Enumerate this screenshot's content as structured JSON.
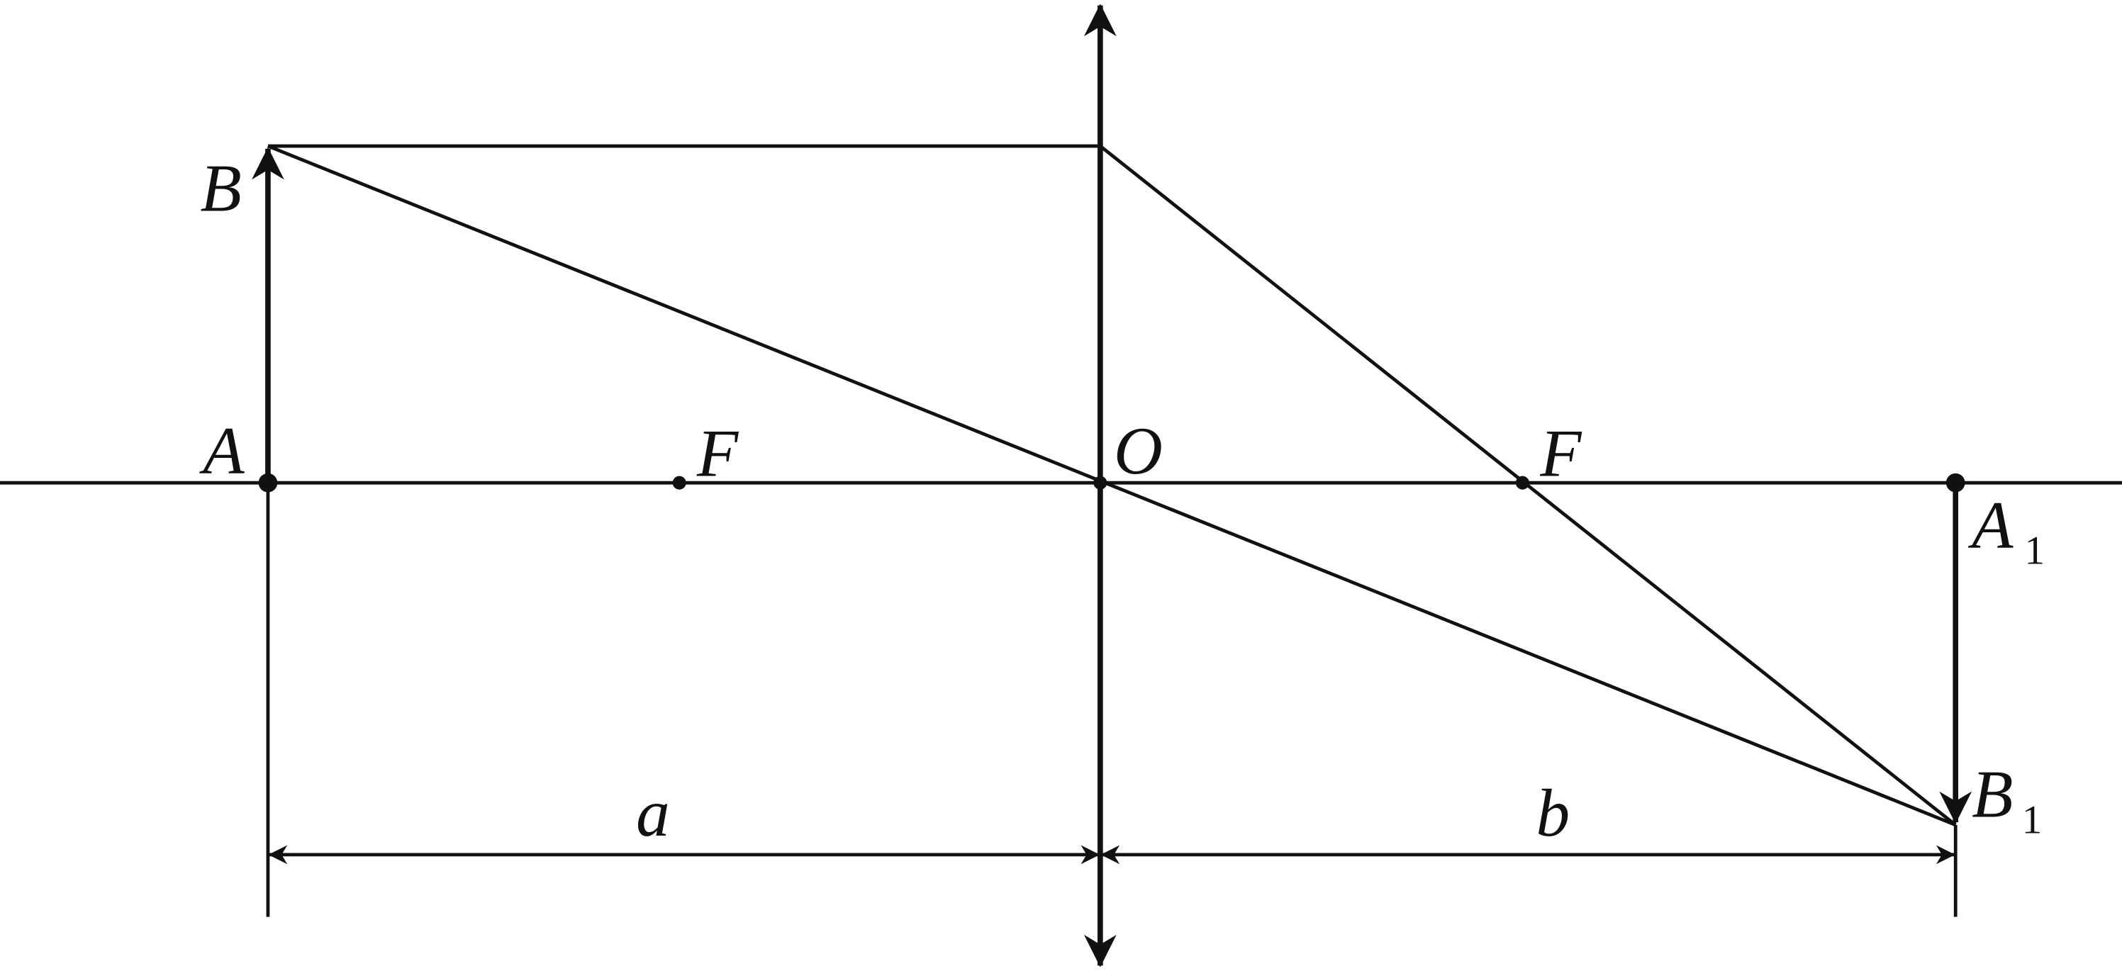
{
  "diagram": {
    "labels": {
      "B": "B",
      "A": "A",
      "F_left": "F",
      "O": "O",
      "F_right": "F",
      "A1_main": "A",
      "A1_sub": "1",
      "B1_main": "B",
      "B1_sub": "1",
      "a": "a",
      "b": "b"
    }
  }
}
